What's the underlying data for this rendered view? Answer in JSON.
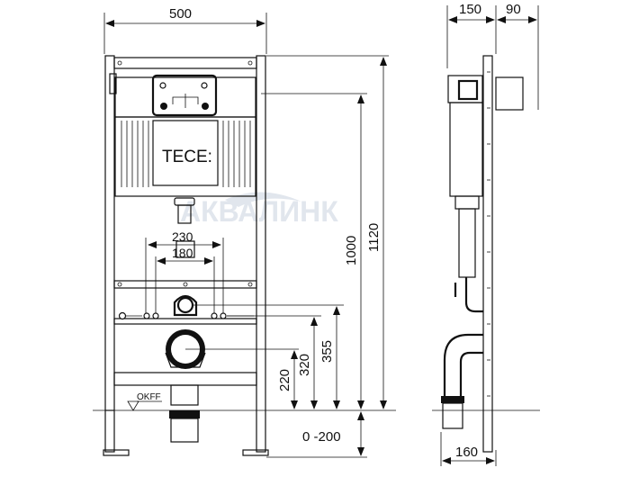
{
  "brand_label": "TECE:",
  "watermark": "АКВАЛИНК",
  "front_view": {
    "width_dim": "500",
    "spacing_outer": "230",
    "spacing_inner": "180",
    "height_total": "1120",
    "height_actuator": "1000",
    "height_355": "355",
    "height_320": "320",
    "height_220": "220",
    "floor_adjust": "0 -200",
    "floor_label": "OKFF"
  },
  "side_view": {
    "depth_dim": "150",
    "panel_dim": "90",
    "bottom_dim": "160"
  },
  "colors": {
    "line": "#111111",
    "watermark": "#c9d3e0"
  }
}
